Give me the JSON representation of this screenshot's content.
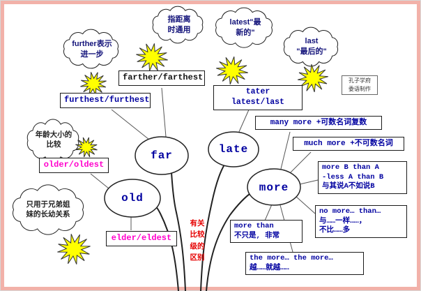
{
  "palette": {
    "navy": "#0000a0",
    "magenta": "#ff00cc",
    "red": "#e60000",
    "star_yellow": "#ffff00",
    "frame_pink": "#f2b1a9"
  },
  "clouds": {
    "further": "further表示\n进一步",
    "distance": "指距离\n时通用",
    "latest": "latest\"最\n新的\"",
    "last": "last\n\"最后的\"",
    "age": "年龄大小的\n比较",
    "siblings": "只用于兄弟姐\n妹的长幼关系"
  },
  "boxes": {
    "farther": "farther/farthest",
    "furthest": "furthest/furthest",
    "later": "tater latest/last",
    "many_more": "many more +可数名词复数",
    "much_more": "much more +不可数名词",
    "more_b": "more B than A\n-less A than B\n与其说A不如说B",
    "no_more": "no more… than…\n与……一样……，\n不比……多",
    "more_than": "more than\n不只是, 非常",
    "the_more": "the more… the more…\n越……就越……",
    "older": "older/oldest",
    "elder": "elder/eldest"
  },
  "nodes": {
    "far": "far",
    "late": "late",
    "old": "old",
    "more": "more"
  },
  "trunk": "有关\n比较\n级的\n区别",
  "credit": "孔子学府\n委语制作"
}
